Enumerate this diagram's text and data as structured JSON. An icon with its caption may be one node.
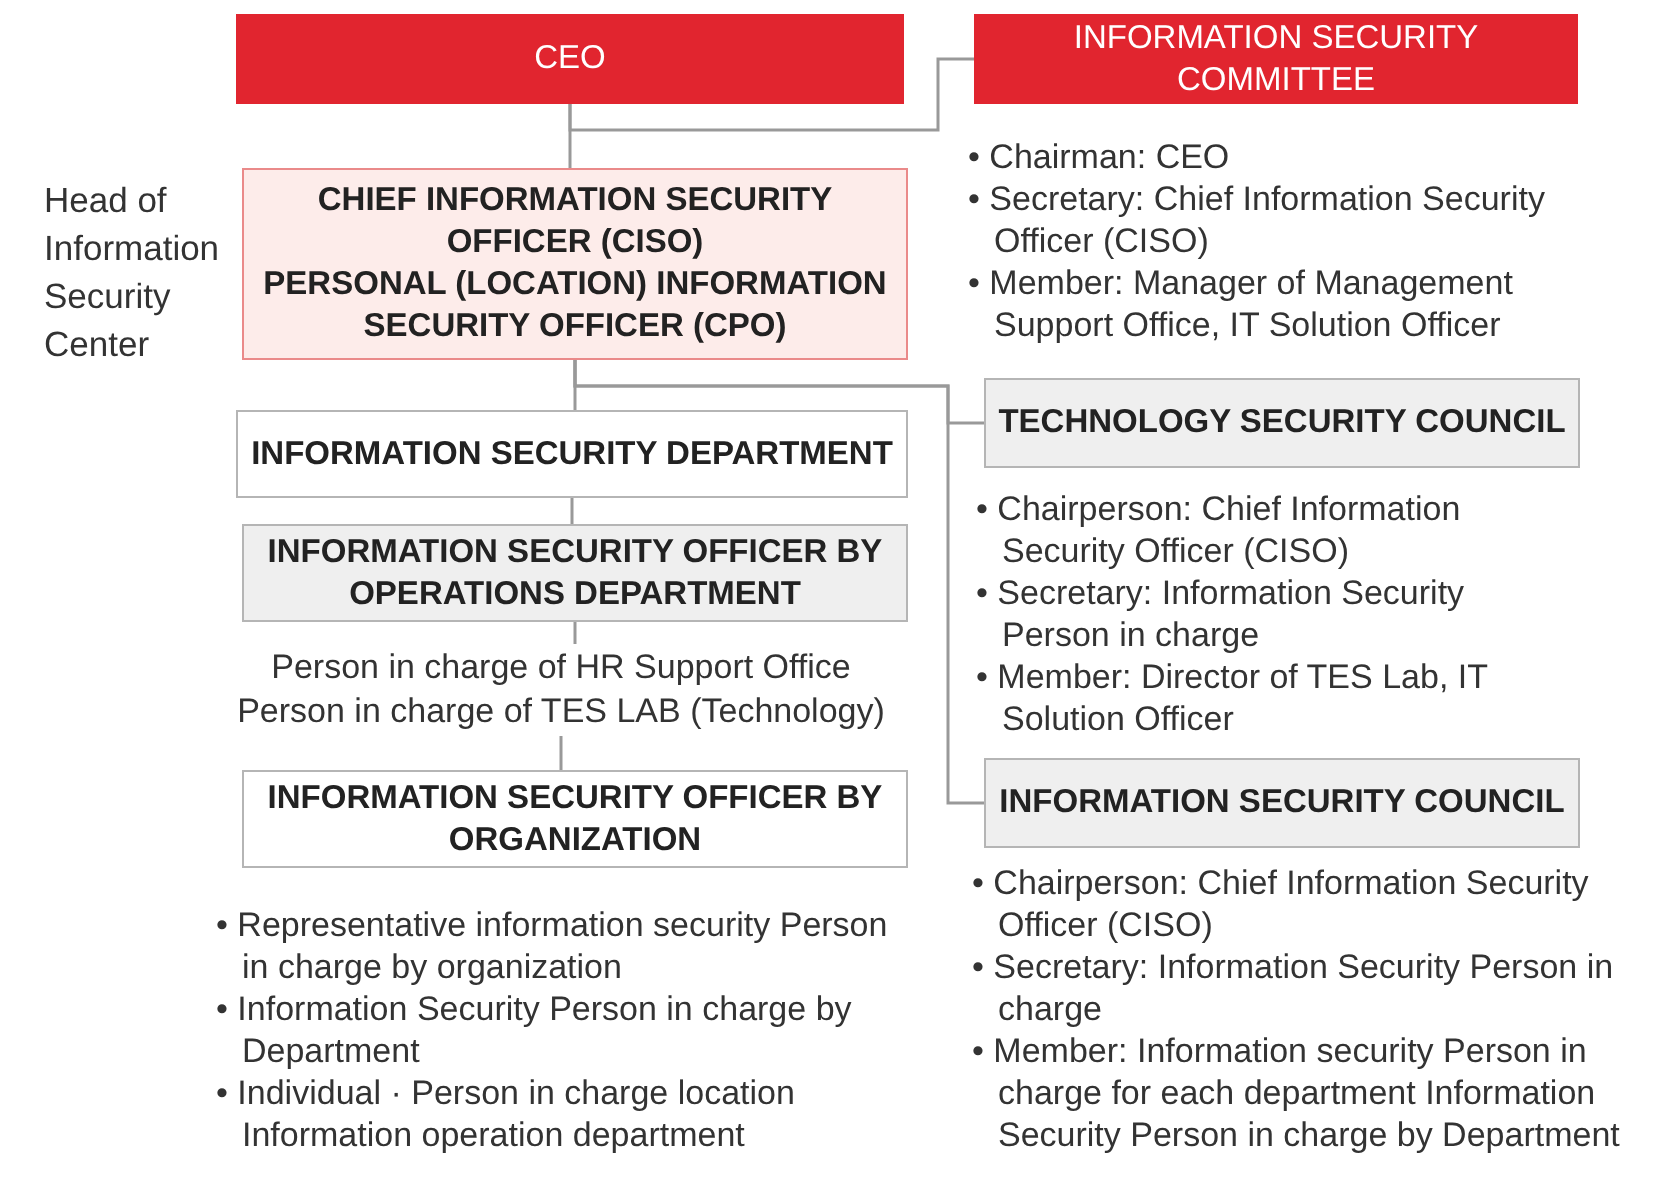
{
  "diagram": {
    "nodes": [
      {
        "text": [
          "CEO"
        ]
      },
      {
        "text": [
          "INFORMATION SECURITY COMMITTEE"
        ],
        "beside": [
          "• Chairman: CEO",
          "• Secretary: Chief Information Security Officer (CISO)",
          "• Member: Manager of Management Support Office, IT Solution Officer"
        ]
      },
      {
        "text": [
          "CHIEF INFORMATION SECURITY OFFICER (CISO)",
          "PERSONAL (LOCATION) INFORMATION SECURITY OFFICER (CPO)"
        ],
        "beside": [
          "Head of Information Security Center"
        ]
      },
      {
        "text": [
          "INFORMATION SECURITY DEPARTMENT"
        ]
      },
      {
        "text": [
          "INFORMATION SECURITY OFFICER BY OPERATIONS DEPARTMENT"
        ]
      },
      {
        "text": [
          "Person in charge of HR Support Office",
          "Person in charge of TES LAB (Technology)"
        ]
      },
      {
        "text": [
          "INFORMATION SECURITY OFFICER BY ORGANIZATION"
        ],
        "beside": [
          "• Representative information security Person in charge by organization",
          "• Information Security Person in charge by Department",
          "• Individual · Person in charge location Information operation department"
        ]
      },
      {
        "text": [
          "TECHNOLOGY SECURITY COUNCIL"
        ],
        "beside": [
          "• Chairperson: Chief Information Security Officer (CISO)",
          "• Secretary: Information Security Person in charge",
          "• Member: Director of TES Lab, IT Solution Officer"
        ]
      },
      {
        "text": [
          "INFORMATION SECURITY COUNCIL"
        ],
        "beside": [
          "• Chairperson: Chief Information Security Officer (CISO)",
          "• Secretary: Information Security Person in charge",
          "• Member: Information security Person in charge for each department Information Security Person in charge by Department"
        ]
      }
    ],
    "edges": [
      {
        "from": 0,
        "to": 2,
        "arrow": "none"
      },
      {
        "from": 0,
        "to": 1,
        "arrow": "none"
      },
      {
        "from": 2,
        "to": 3,
        "arrow": "none"
      },
      {
        "from": 3,
        "to": 4,
        "arrow": "none"
      },
      {
        "from": 4,
        "to": 5,
        "arrow": "none"
      },
      {
        "from": 5,
        "to": 6,
        "arrow": "none"
      },
      {
        "from": 2,
        "to": 7,
        "arrow": "none"
      },
      {
        "from": 2,
        "to": 8,
        "arrow": "none"
      }
    ]
  }
}
